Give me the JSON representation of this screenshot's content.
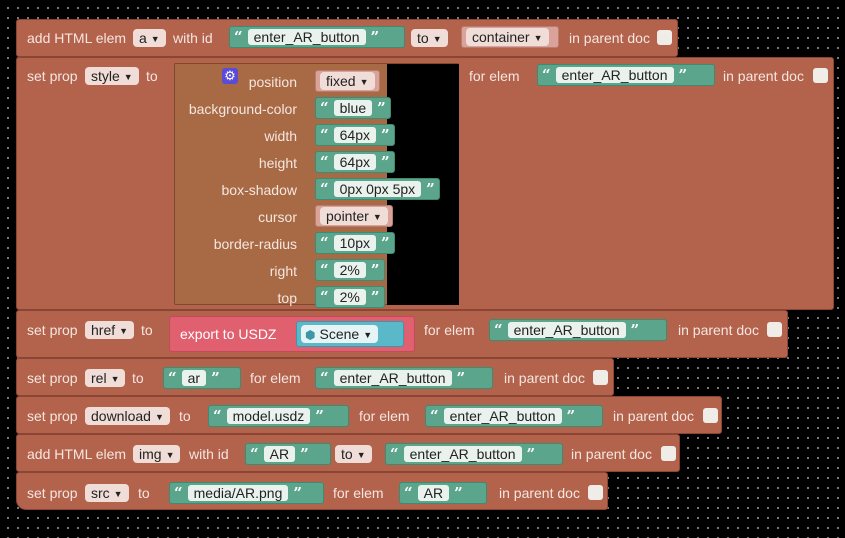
{
  "block1": {
    "prefix": "add HTML elem",
    "tag": "a",
    "with_id": "with id",
    "id_value": "enter_AR_button",
    "to": "to",
    "parent": "container",
    "in_parent_doc": "in parent doc"
  },
  "block2": {
    "prefix": "set prop",
    "prop": "style",
    "to": "to",
    "style_rows": [
      {
        "name": "position",
        "value": "fixed",
        "kind": "dropdown"
      },
      {
        "name": "background-color",
        "value": "blue",
        "kind": "string"
      },
      {
        "name": "width",
        "value": "64px",
        "kind": "string"
      },
      {
        "name": "height",
        "value": "64px",
        "kind": "string"
      },
      {
        "name": "box-shadow",
        "value": "0px 0px 5px",
        "kind": "string"
      },
      {
        "name": "cursor",
        "value": "pointer",
        "kind": "dropdown"
      },
      {
        "name": "border-radius",
        "value": "10px",
        "kind": "string"
      },
      {
        "name": "right",
        "value": "2%",
        "kind": "string"
      },
      {
        "name": "top",
        "value": "2%",
        "kind": "string"
      }
    ],
    "for_elem": "for elem",
    "elem_value": "enter_AR_button",
    "in_parent_doc": "in parent doc"
  },
  "block3": {
    "prefix": "set prop",
    "prop": "href",
    "to": "to",
    "export_label": "export to USDZ",
    "scene": "Scene",
    "for_elem": "for elem",
    "elem_value": "enter_AR_button",
    "in_parent_doc": "in parent doc"
  },
  "block4": {
    "prefix": "set prop",
    "prop": "rel",
    "to": "to",
    "value": "ar",
    "for_elem": "for elem",
    "elem_value": "enter_AR_button",
    "in_parent_doc": "in parent doc"
  },
  "block5": {
    "prefix": "set prop",
    "prop": "download",
    "to": "to",
    "value": "model.usdz",
    "for_elem": "for elem",
    "elem_value": "enter_AR_button",
    "in_parent_doc": "in parent doc"
  },
  "block6": {
    "prefix": "add HTML elem",
    "tag": "img",
    "with_id": "with id",
    "id_value": "AR",
    "to": "to",
    "parent": "enter_AR_button",
    "in_parent_doc": "in parent doc"
  },
  "block7": {
    "prefix": "set prop",
    "prop": "src",
    "to": "to",
    "value": "media/AR.png",
    "for_elem": "for elem",
    "elem_value": "AR",
    "in_parent_doc": "in parent doc"
  },
  "colors": {
    "block": "#b3624c",
    "string": "#5ba58c",
    "style_container": "#a86a44",
    "export": "#e06070",
    "scene": "#5bb8c8"
  }
}
